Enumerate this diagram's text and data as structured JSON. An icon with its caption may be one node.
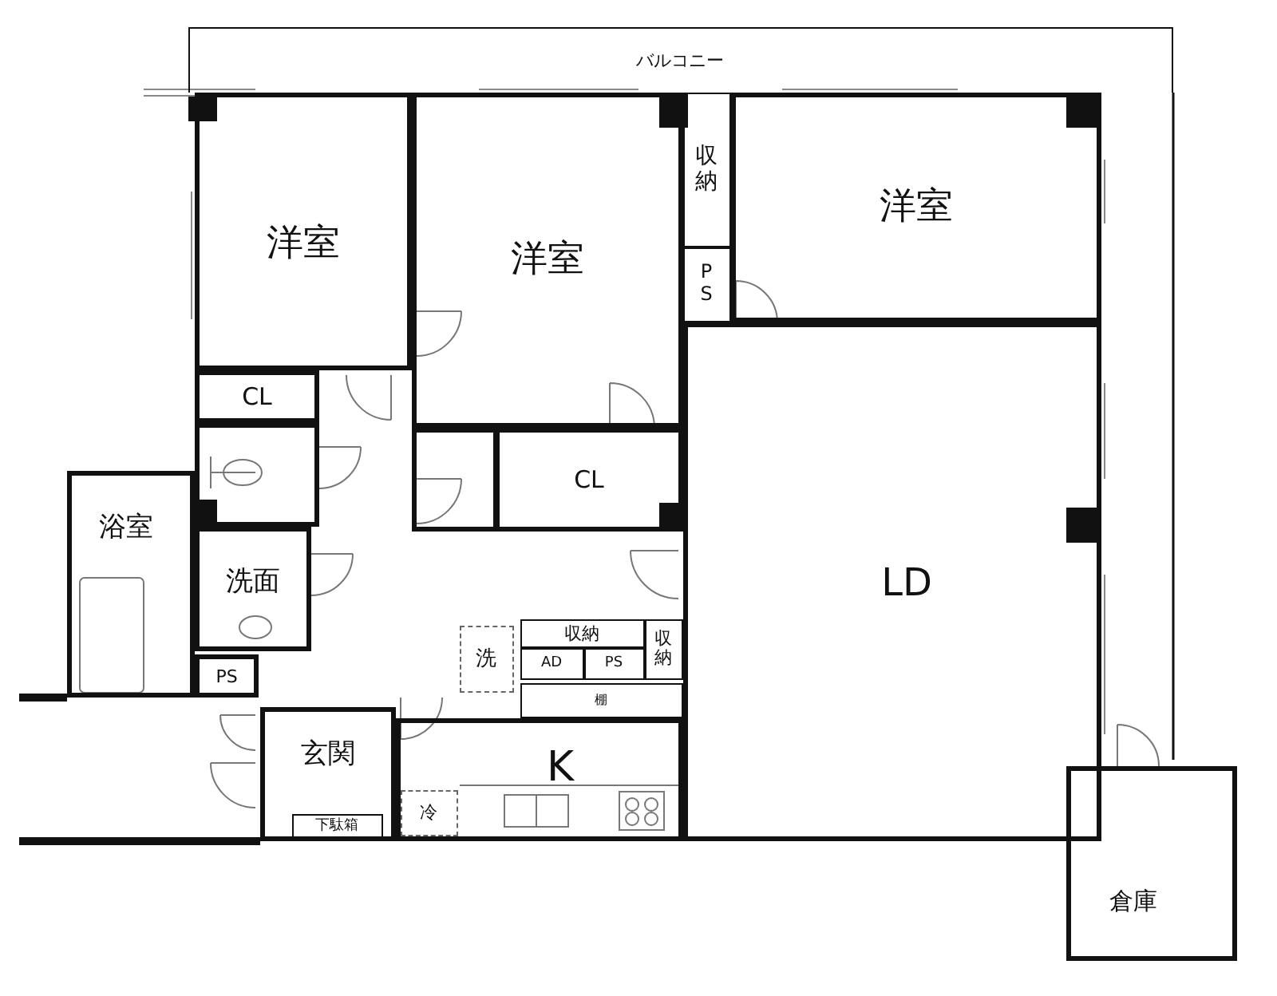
{
  "diagram": {
    "nodes": [
      {
        "text": [
          "バルコニー"
        ]
      },
      {
        "text": [
          "洋室"
        ]
      },
      {
        "text": [
          "洋室"
        ]
      },
      {
        "text": [
          "収納"
        ]
      },
      {
        "text": [
          "PS"
        ]
      },
      {
        "text": [
          "洋室"
        ]
      },
      {
        "text": [
          "CL"
        ]
      },
      {
        "text": [],
        "shape": "box"
      },
      {
        "text": [],
        "shape": "box"
      },
      {
        "text": [
          "CL"
        ]
      },
      {
        "text": [
          "浴室"
        ]
      },
      {
        "text": [
          "洗面"
        ]
      },
      {
        "text": [
          "LD"
        ]
      },
      {
        "text": [
          "洗"
        ]
      },
      {
        "text": [
          "収納"
        ]
      },
      {
        "text": [
          "収納"
        ]
      },
      {
        "text": [
          "AD"
        ]
      },
      {
        "text": [
          "PS"
        ]
      },
      {
        "text": [
          "PS"
        ]
      },
      {
        "text": [
          "棚"
        ]
      },
      {
        "text": [
          "玄関"
        ]
      },
      {
        "text": [
          "下駄箱"
        ],
        "in": 20
      },
      {
        "text": [
          "K"
        ]
      },
      {
        "text": [
          "冷"
        ],
        "in": 22
      },
      {
        "text": [
          "倉庫"
        ]
      }
    ]
  }
}
